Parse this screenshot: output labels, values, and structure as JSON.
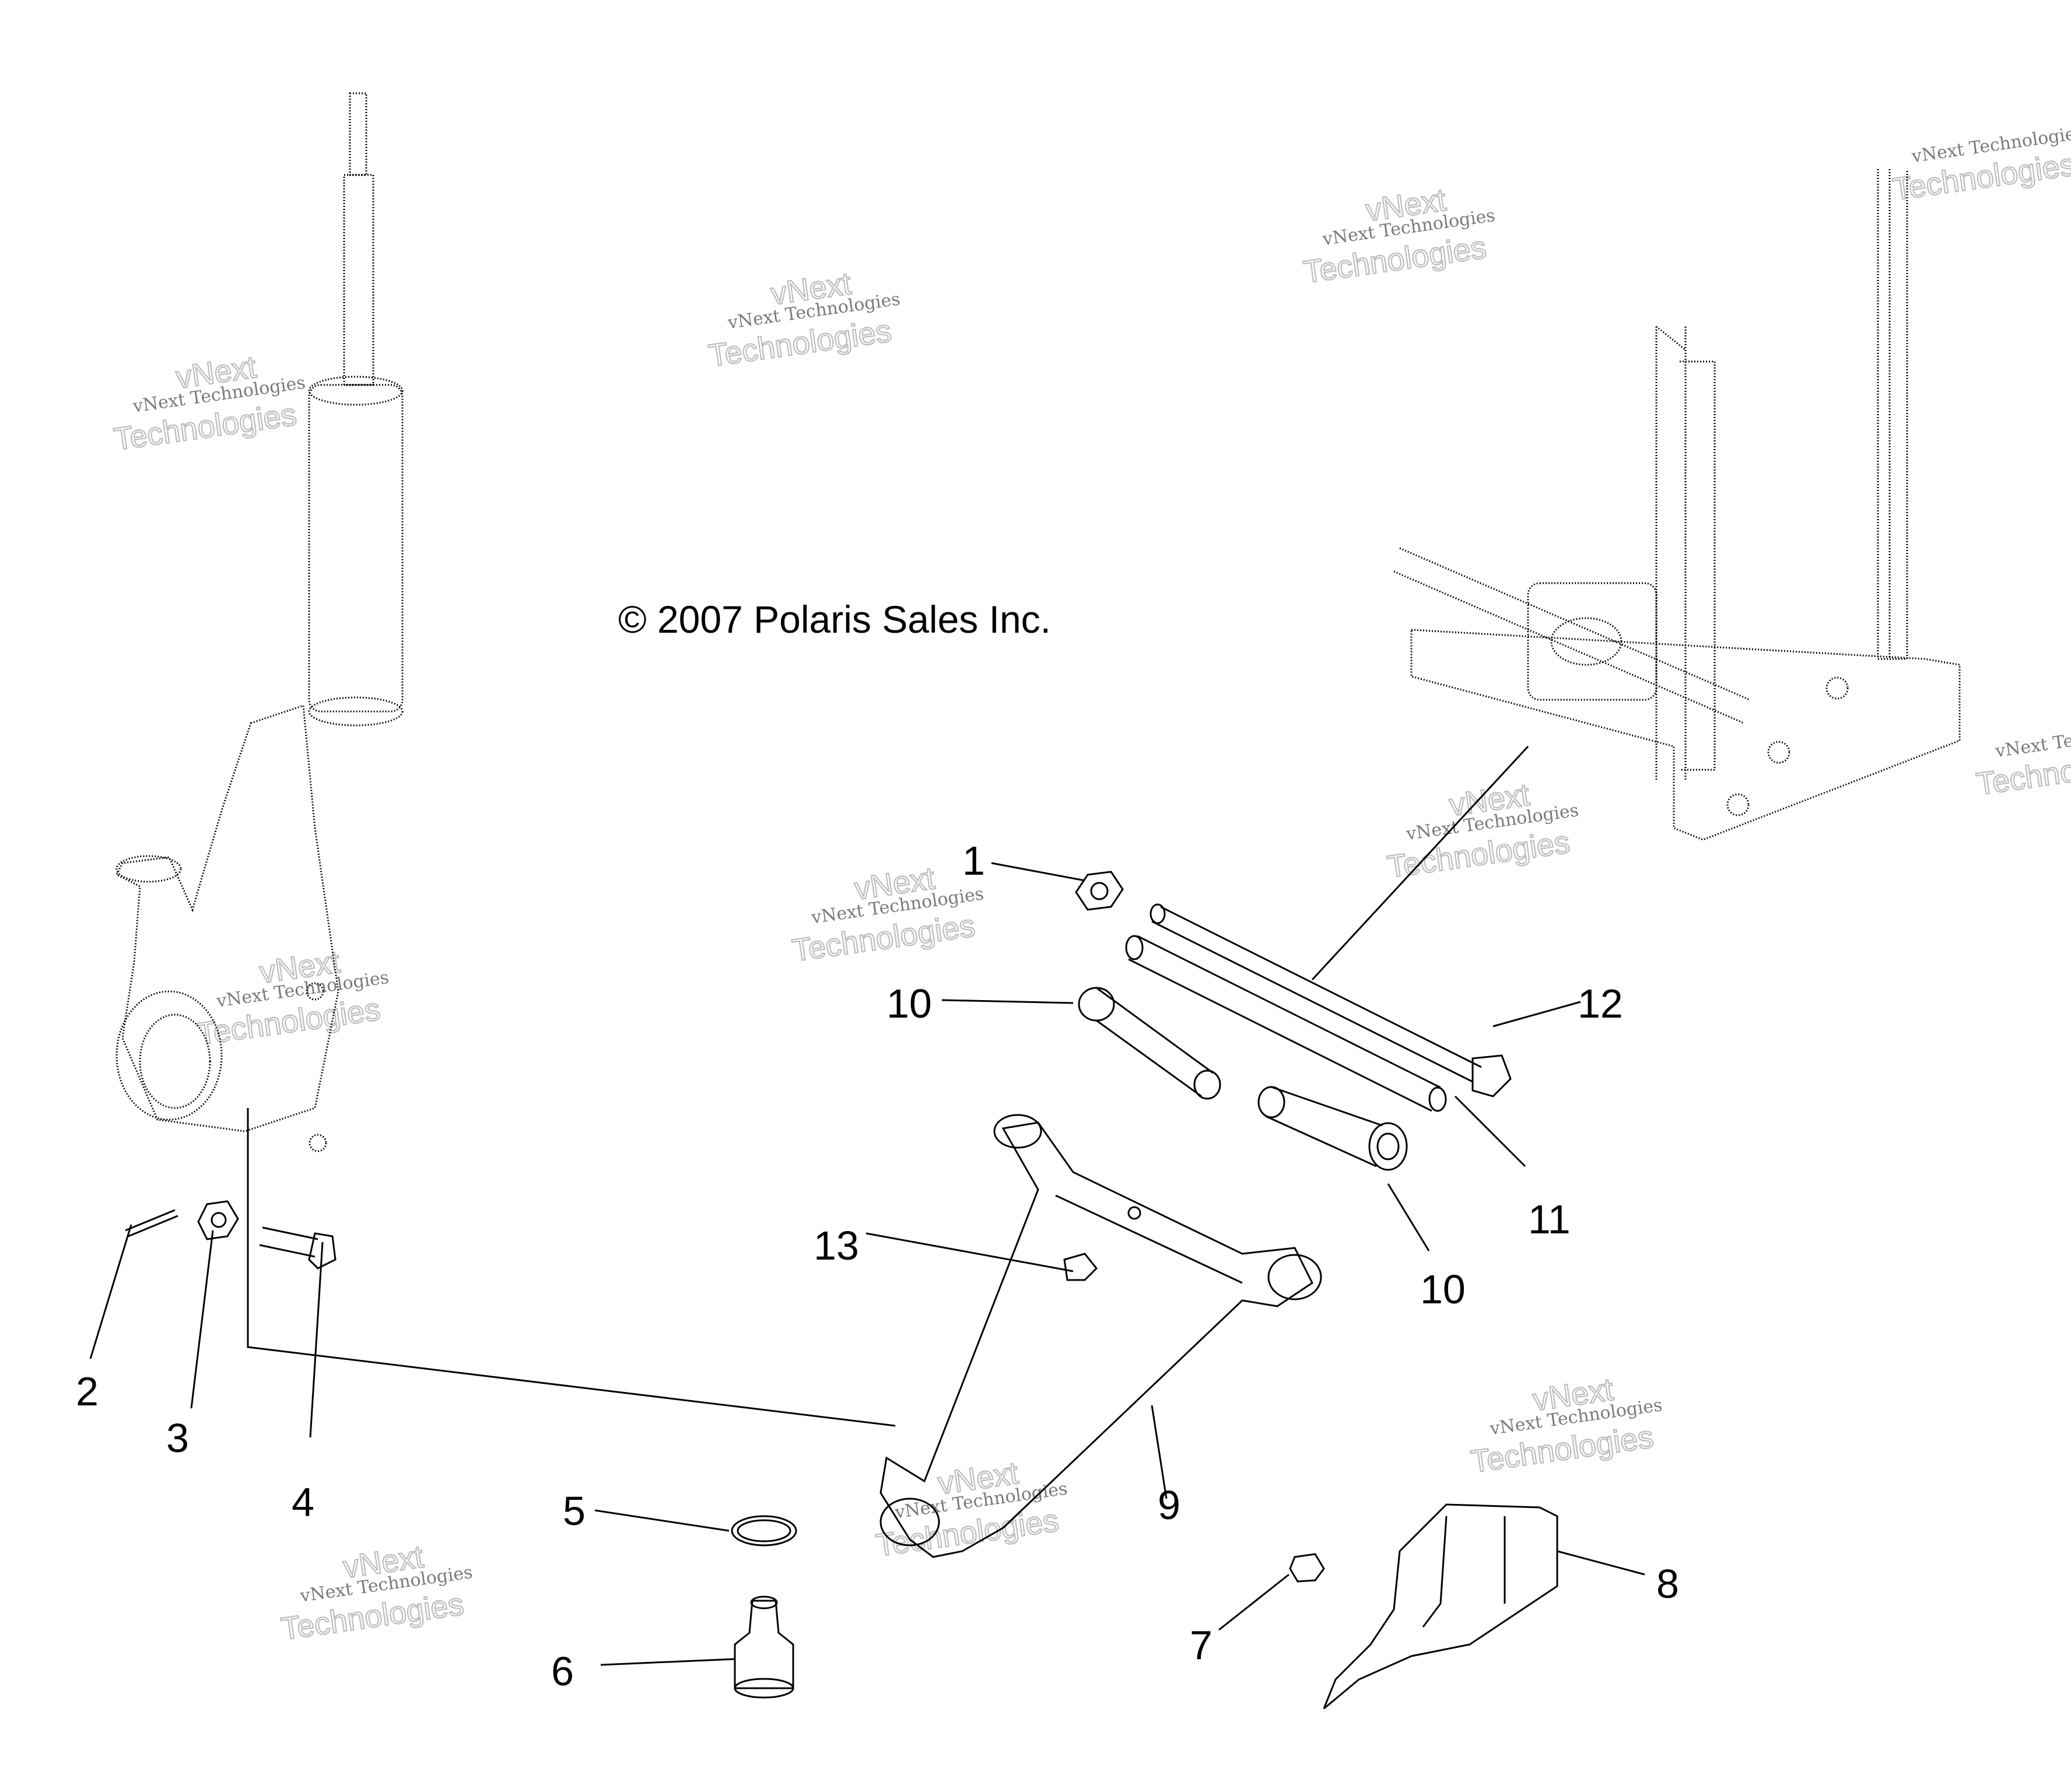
{
  "copyright": "© 2007 Polaris Sales Inc.",
  "watermark": {
    "line1": "vNext Technologies",
    "line2a": "vNext",
    "line2b": "Technologies"
  },
  "callouts": {
    "c1": "1",
    "c2": "2",
    "c3": "3",
    "c4": "4",
    "c5": "5",
    "c6": "6",
    "c7": "7",
    "c8": "8",
    "c9": "9",
    "c10a": "10",
    "c10b": "10",
    "c11": "11",
    "c12": "12",
    "c13": "13"
  }
}
